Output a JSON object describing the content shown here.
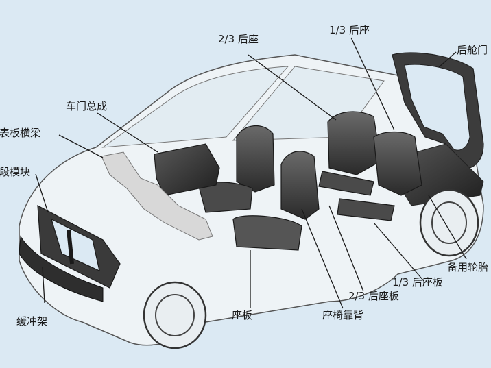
{
  "labels": {
    "rear_seat_23": "2/3 后座",
    "rear_seat_13": "1/3 后座",
    "tailgate": "后舱门",
    "door_assembly": "车门总成",
    "dash_beam": "仪表板横梁",
    "front_module": "前段模块",
    "spare_tire": "备用轮胎",
    "rear_seat_pan_13": "1/3 后座板",
    "rear_seat_pan_23": "2/3 后座板",
    "seat_back": "座椅靠背",
    "seat_pan": "座板",
    "bumper": "缓冲架"
  },
  "colors": {
    "background": "#dbe9f3",
    "body_line": "#555555",
    "part_fill": "#3a3a3a",
    "part_light": "#d8d8d8",
    "leader_line": "#1a1a1a"
  }
}
